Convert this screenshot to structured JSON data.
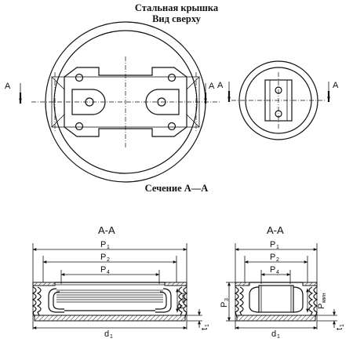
{
  "titles": {
    "main": "Стальная крышка",
    "sub": "Вид сверху",
    "section": "Сечение А—А"
  },
  "top_view": {
    "cut_left": "А",
    "cut_right": "А",
    "cut_left_small": "А",
    "cut_right_small": "А"
  },
  "section_view": {
    "left_label": "А-А",
    "right_label": "А-А",
    "p1": "P",
    "p1_sub": "1",
    "p2": "P",
    "p2_sub": "2",
    "p3": "P",
    "p3_sub": "3",
    "p4": "P",
    "p4_sub": "4",
    "pmin": "P",
    "pmin_sub": "мин",
    "d1": "d",
    "d1_sub": "1",
    "t1": "t",
    "t1_sub": "1"
  }
}
